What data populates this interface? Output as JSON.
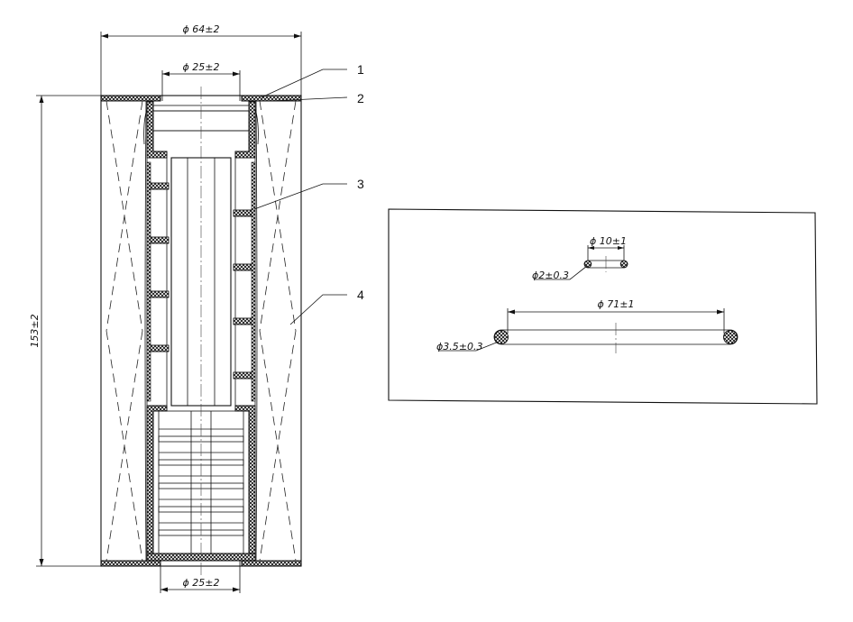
{
  "main_view": {
    "dims": {
      "outer_diameter": "ϕ 64±2",
      "inner_diameter_top": "ϕ 25±2",
      "inner_diameter_bottom": "ϕ 25±2",
      "height": "153±2"
    },
    "callouts": [
      "1",
      "2",
      "3",
      "4"
    ]
  },
  "seal_view": {
    "small_ring_diameter": "ϕ 10±1",
    "small_ring_section": "ϕ2±0.3",
    "large_ring_diameter": "ϕ 71±1",
    "large_ring_section": "ϕ3.5±0.3"
  }
}
